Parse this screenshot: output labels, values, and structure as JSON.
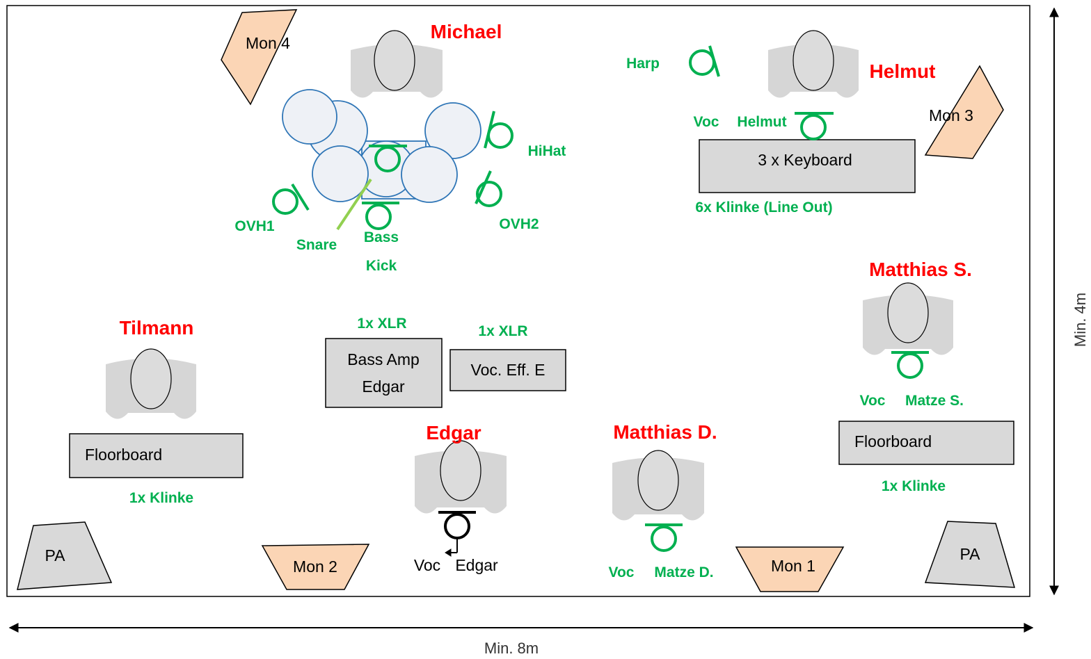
{
  "stage_plot": {
    "people": {
      "michael": "Michael",
      "helmut": "Helmut",
      "tilmann": "Tilmann",
      "edgar": "Edgar",
      "matthias_d": "Matthias D.",
      "matthias_s": "Matthias S."
    },
    "monitors": {
      "mon1": "Mon 1",
      "mon2": "Mon 2",
      "mon3": "Mon 3",
      "mon4": "Mon 4"
    },
    "pa": {
      "left": "PA",
      "right": "PA"
    },
    "equipment": {
      "keyboard": "3 x Keyboard",
      "floorboard_left": "Floorboard",
      "floorboard_right": "Floorboard",
      "bass_amp_line1": "Bass Amp",
      "bass_amp_line2": "Edgar",
      "voc_eff": "Voc. Eff. E"
    },
    "mic_labels": {
      "harp": "Harp",
      "hihat": "HiHat",
      "ovh1": "OVH1",
      "ovh2": "OVH2",
      "snare": "Snare",
      "bass": "Bass",
      "kick": "Kick",
      "voc_helmut_a": "Voc",
      "voc_helmut_b": "Helmut",
      "line_out": "6x Klinke (Line Out)",
      "xlr_bass": "1x XLR",
      "xlr_voc": "1x XLR",
      "klinke_left": "1x Klinke",
      "klinke_right": "1x Klinke",
      "voc_matze_s_a": "Voc",
      "voc_matze_s_b": "Matze S.",
      "voc_matze_d_a": "Voc",
      "voc_matze_d_b": "Matze D.",
      "voc_edgar_a": "Voc",
      "voc_edgar_b": "Edgar"
    },
    "dimensions": {
      "width": "Min. 8m",
      "height": "Min. 4m"
    },
    "colors": {
      "name": "#ff0000",
      "mic": "#00b050",
      "monitor": "#fbd5b5",
      "gear": "#d9d9d9",
      "drum_outline": "#2e75b6"
    }
  }
}
